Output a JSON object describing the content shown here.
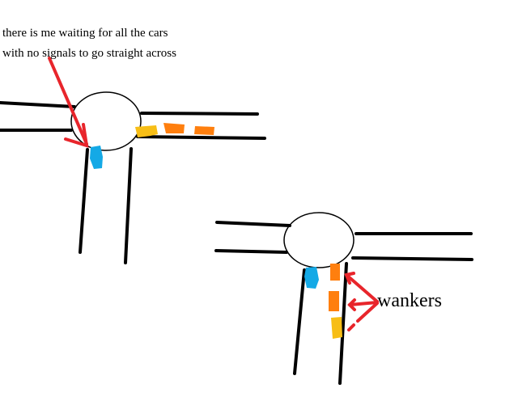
{
  "caption": {
    "line1": "there is me waiting for all the cars",
    "line2": "with no signals to go straight across"
  },
  "annotation": {
    "label": "wankers"
  },
  "colors": {
    "road": "#000000",
    "arrow": "#e8252b",
    "me_car": "#14a9e6",
    "car_orange": "#ff7f0e",
    "car_yellow": "#f7be16"
  }
}
